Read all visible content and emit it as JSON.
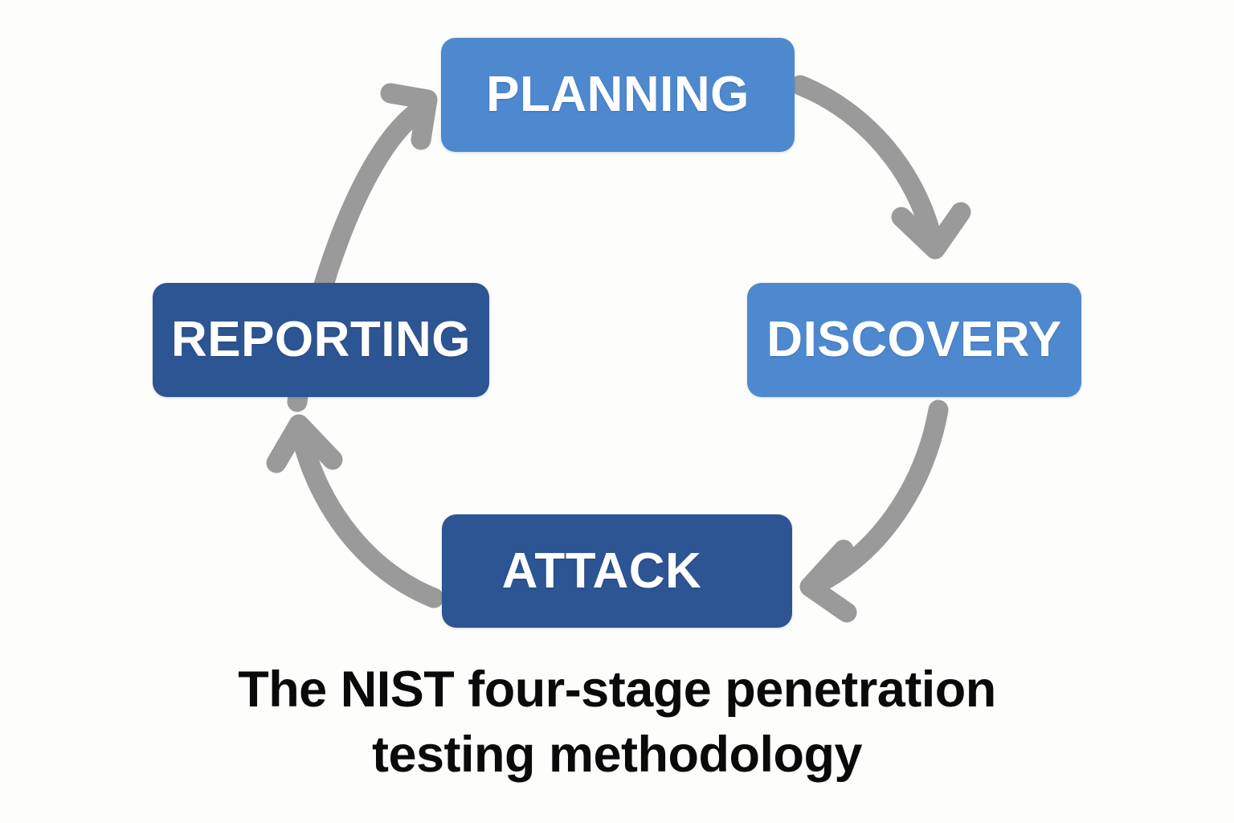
{
  "diagram": {
    "title": "The NIST four-stage penetration testing methodology",
    "background_color": "#fdfdfb",
    "arrow_color": "#9a9a9a",
    "cycle_direction": "clockwise",
    "stages": [
      {
        "id": "planning",
        "label": "PLANNING",
        "position": "top",
        "order": 1,
        "fill_color": "#4e89cf",
        "text_color": "#ffffff"
      },
      {
        "id": "discovery",
        "label": "DISCOVERY",
        "position": "right",
        "order": 2,
        "fill_color": "#4e89cf",
        "text_color": "#ffffff"
      },
      {
        "id": "attack",
        "label": "ATTACK",
        "position": "bottom",
        "order": 3,
        "fill_color": "#2d5593",
        "text_color": "#ffffff"
      },
      {
        "id": "reporting",
        "label": "REPORTING",
        "position": "left",
        "order": 4,
        "fill_color": "#2d5593",
        "text_color": "#ffffff"
      }
    ],
    "arrows": [
      {
        "id": "planning-to-discovery",
        "from": "PLANNING",
        "to": "DISCOVERY"
      },
      {
        "id": "discovery-to-attack",
        "from": "DISCOVERY",
        "to": "ATTACK"
      },
      {
        "id": "attack-to-reporting",
        "from": "ATTACK",
        "to": "REPORTING"
      },
      {
        "id": "reporting-to-planning",
        "from": "REPORTING",
        "to": "PLANNING"
      }
    ],
    "caption": {
      "line1": "The NIST four-stage penetration",
      "line2": "testing methodology"
    }
  }
}
